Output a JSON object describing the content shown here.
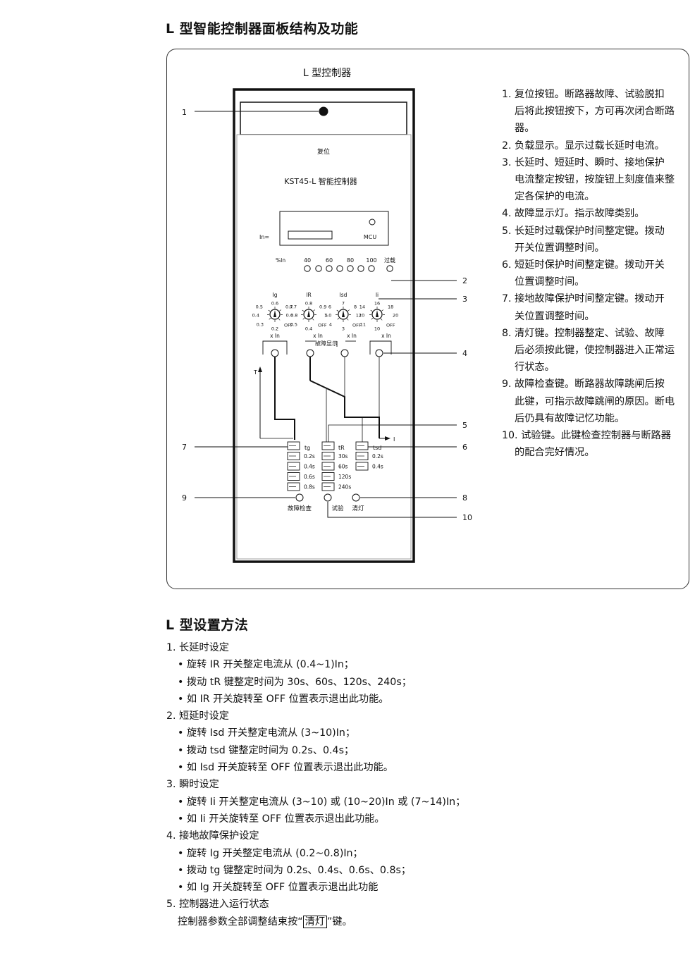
{
  "page_title": "L 型智能控制器面板结构及功能",
  "panel": {
    "title": "L 型控制器",
    "reset_label": "复位",
    "model_label": "KST45-L 智能控制器",
    "in_label": "In=",
    "mcu_label": "MCU",
    "percent_label": "%In",
    "load_scale": [
      "40",
      "60",
      "80",
      "100"
    ],
    "overload_label": "过载",
    "knob_labels": [
      "Ig",
      "IR",
      "Isd",
      "Ii"
    ],
    "knob_scales": [
      [
        "0.6",
        "0.7",
        "0.8",
        "OFF",
        "0.2",
        "0.3",
        "0.4",
        "0.5"
      ],
      [
        "0.8",
        "0.9",
        "1.0",
        "OFF",
        "0.4",
        "0.5",
        "0.6",
        "0.7"
      ],
      [
        "7",
        "8",
        "10",
        "OFF",
        "3",
        "4",
        "5",
        "6"
      ],
      [
        "16",
        "18",
        "20",
        "OFF",
        "10",
        "11",
        "12",
        "14"
      ]
    ],
    "xin_label": "x In",
    "fault_display_label": "故障显示",
    "axis_t": "T",
    "axis_i": "I",
    "tg_label": "tg",
    "tg_values": [
      "0.2s",
      "0.4s",
      "0.6s",
      "0.8s"
    ],
    "tr_label": "tR",
    "tr_values": [
      "30s",
      "60s",
      "120s",
      "240s"
    ],
    "tsd_label": "tsd",
    "tsd_values": [
      "0.2s",
      "0.4s"
    ],
    "btn_fault_check": "故障检查",
    "btn_test": "试验",
    "btn_clear": "清灯"
  },
  "callouts": [
    "1",
    "2",
    "3",
    "4",
    "5",
    "6",
    "7",
    "8",
    "9",
    "10"
  ],
  "functions": [
    "1. 复位按钮。断路器故障、试验脱扣后将此按钮按下，方可再次闭合断路器。",
    "2. 负载显示。显示过载长延时电流。",
    "3. 长延时、短延时、瞬时、接地保护电流整定按钮，按旋钮上刻度值来整定各保护的电流。",
    "4. 故障显示灯。指示故障类别。",
    "5. 长延时过载保护时间整定键。拨动开关位置调整时间。",
    "6. 短延时保护时间整定键。拨动开关位置调整时间。",
    "7. 接地故障保护时间整定键。拨动开关位置调整时间。",
    "8. 清灯键。控制器整定、试验、故障后必须按此键，使控制器进入正常运行状态。",
    "9. 故障检查键。断路器故障跳闸后按此键，可指示故障跳闸的原因。断电后仍具有故障记忆功能。",
    "10. 试验键。此键检查控制器与断路器的配合完好情况。"
  ],
  "settings_title": "L 型设置方法",
  "settings": [
    {
      "title": "1. 长延时设定",
      "items": [
        "• 旋转 IR 开关整定电流从 (0.4~1)In；",
        "• 拨动 tR 键整定时间为 30s、60s、120s、240s；",
        "• 如 IR 开关旋转至 OFF 位置表示退出此功能。"
      ]
    },
    {
      "title": "2. 短延时设定",
      "items": [
        "• 旋转 Isd 开关整定电流从 (3~10)In；",
        "• 拨动 tsd 键整定时间为 0.2s、0.4s；",
        "• 如 Isd 开关旋转至 OFF 位置表示退出此功能。"
      ]
    },
    {
      "title": "3. 瞬时设定",
      "items": [
        "• 旋转 Ii 开关整定电流从 (3~10) 或 (10~20)In 或 (7~14)In；",
        "• 如 Ii 开关旋转至 OFF 位置表示退出此功能。"
      ]
    },
    {
      "title": "4. 接地故障保护设定",
      "items": [
        "• 旋转 Ig 开关整定电流从 (0.2~0.8)In；",
        "• 拨动 tg 键整定时间为 0.2s、0.4s、0.6s、0.8s；",
        "• 如 Ig 开关旋转至 OFF 位置表示退出此功能"
      ]
    },
    {
      "title": "5. 控制器进入运行状态",
      "items": []
    }
  ],
  "final": {
    "before": "控制器参数全部调整结束按“",
    "key": "清灯",
    "after": "”键。"
  }
}
